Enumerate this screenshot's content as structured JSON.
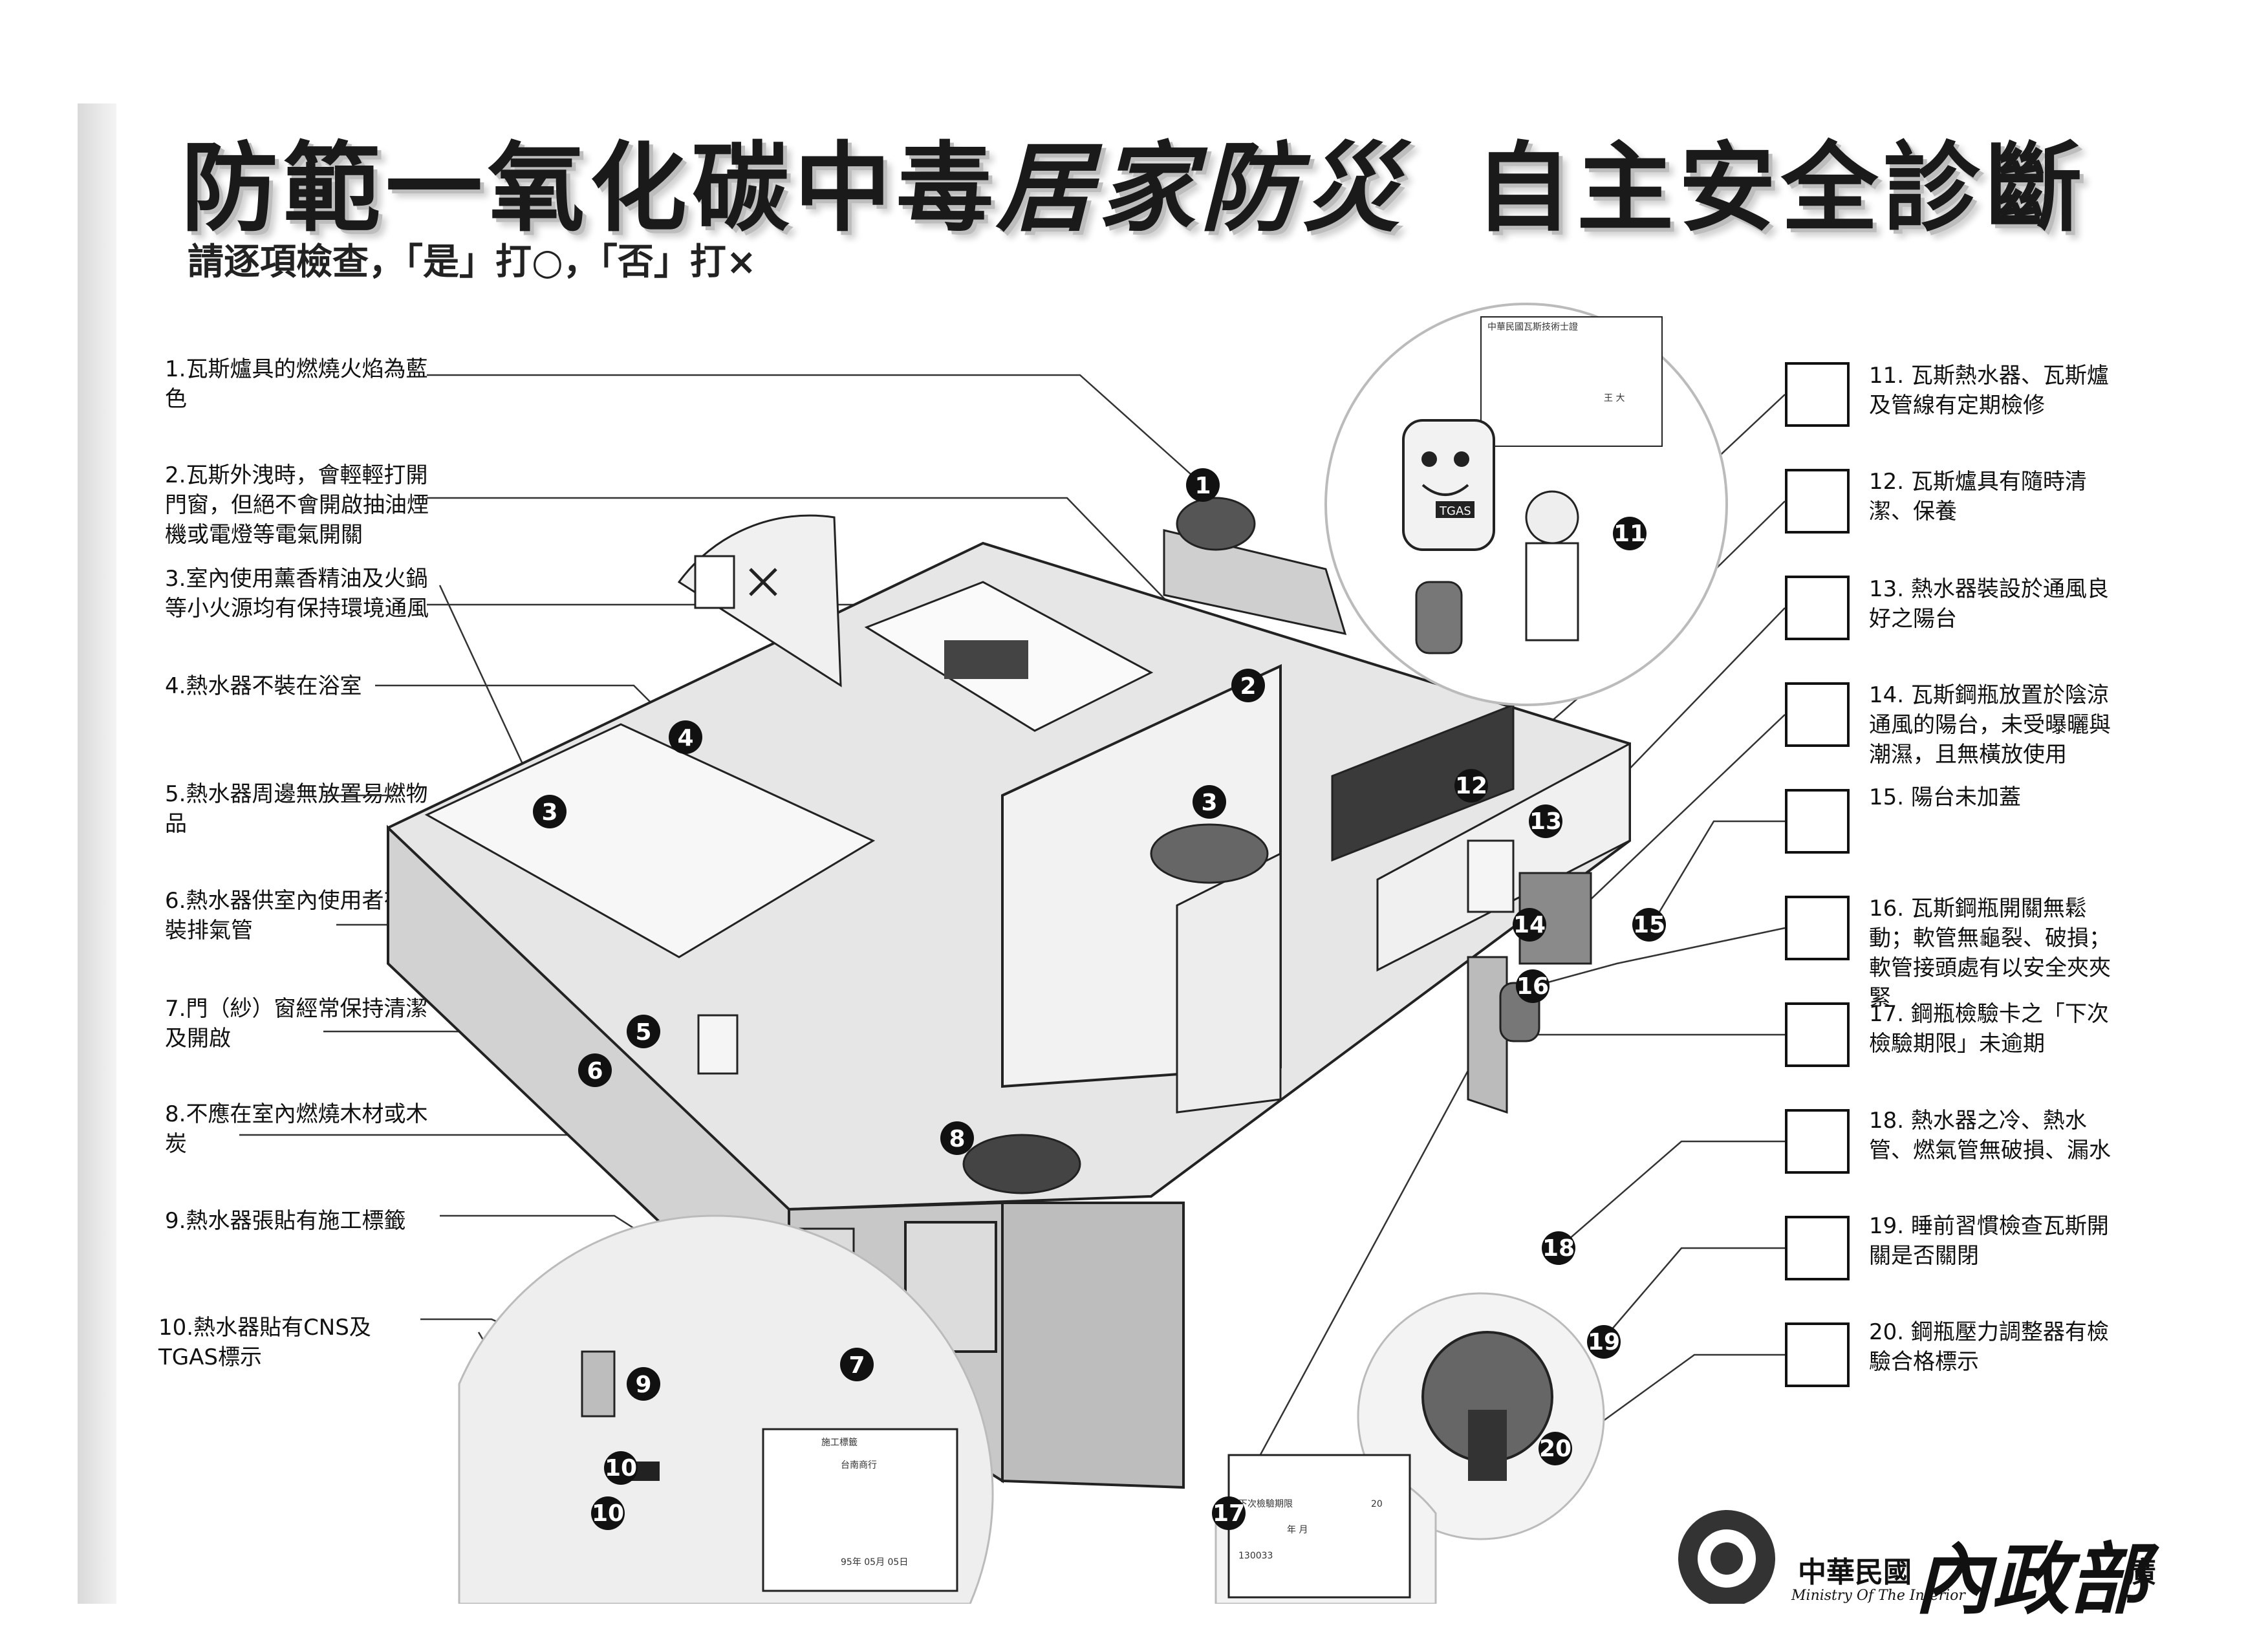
{
  "title": {
    "part1": "防範一氧化碳中毒",
    "part2": "居家防災",
    "part3": "自主安全診斷"
  },
  "subtitle": "請逐項檢查，「是」打○，「否」打×",
  "left_items": [
    "1.瓦斯爐具的燃燒火焰為藍色",
    "2.瓦斯外洩時，會輕輕打開門窗，但絕不會開啟抽油煙機或電燈等電氣開關",
    "3.室內使用薰香精油及火鍋等小火源均有保持環境通風",
    "4.熱水器不裝在浴室",
    "5.熱水器周邊無放置易燃物品",
    "6.熱水器供室內使用者有加裝排氣管",
    "7.門（紗）窗經常保持清潔及開啟",
    "8.不應在室內燃燒木材或木炭",
    "9.熱水器張貼有施工標籤",
    "10.熱水器貼有CNS及TGAS標示"
  ],
  "right_items": [
    "11. 瓦斯熱水器、瓦斯爐及管線有定期檢修",
    "12. 瓦斯爐具有隨時清潔、保養",
    "13. 熱水器裝設於通風良好之陽台",
    "14. 瓦斯鋼瓶放置於陰涼通風的陽台，未受曝曬與潮濕，且無橫放使用",
    "15. 陽台未加蓋",
    "16. 瓦斯鋼瓶開關無鬆動；軟管無龜裂、破損；軟管接頭處有以安全夾夾緊",
    "17. 鋼瓶檢驗卡之「下次檢驗期限」未逾期",
    "18. 熱水器之冷、熱水管、燃氣管無破損、漏水",
    "19. 睡前習慣檢查瓦斯開關是否關閉",
    "20. 鋼瓶壓力調整器有檢驗合格標示"
  ],
  "markers": [
    "1",
    "2",
    "3",
    "3",
    "4",
    "5",
    "6",
    "7",
    "8",
    "9",
    "10",
    "10",
    "11",
    "12",
    "13",
    "14",
    "15",
    "16",
    "17",
    "18",
    "19",
    "20"
  ],
  "inset": {
    "cert_title": "中華民國瓦斯技術士證",
    "cert_name": "王 大",
    "tgas_label": "TGAS",
    "label_title": "施工標籤",
    "label_company": "台南商行",
    "label_date": "95年 05月 05日",
    "card_title": "下次檢驗期限",
    "card_year": "20",
    "card_unit": "年 月",
    "card_serial": "130033"
  },
  "footer": {
    "org": "中華民國",
    "brand": "內政部",
    "english": "Ministry Of The Interior",
    "ad": "廣"
  }
}
